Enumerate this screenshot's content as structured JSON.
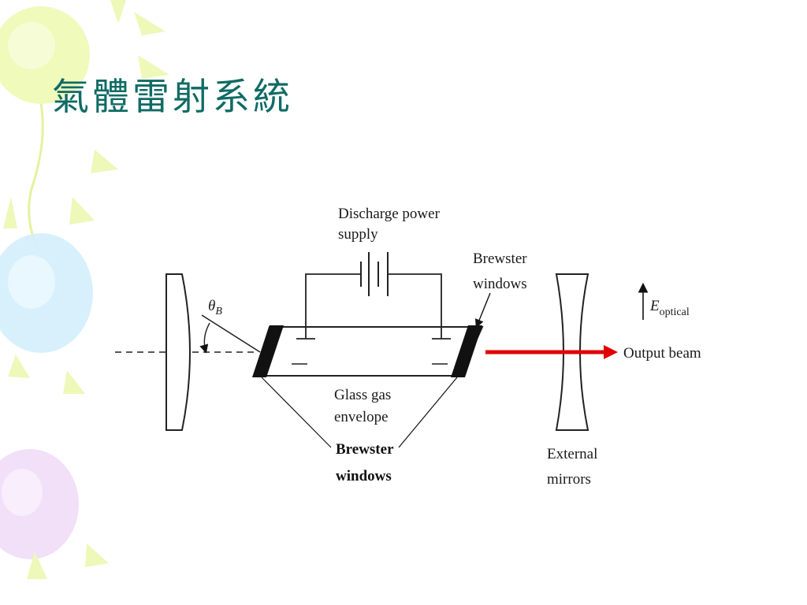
{
  "slide": {
    "title": "氣體雷射系統"
  },
  "theme": {
    "title_color": "#0f6b65",
    "beam_color": "#e00000",
    "balloon_colors": [
      "#e9f7a6",
      "#c9ebfb",
      "#ecd3f6"
    ]
  },
  "diagram": {
    "labels": {
      "power_supply_line1": "Discharge power",
      "power_supply_line2": "supply",
      "brewster_top_line1": "Brewster",
      "brewster_top_line2": "windows",
      "theta": "θ",
      "theta_sub": "B",
      "e_field": "E",
      "e_field_sub": "optical",
      "output_beam": "Output beam",
      "envelope_line1": "Glass gas",
      "envelope_line2": "envelope",
      "brewster_bottom_line1": "Brewster",
      "brewster_bottom_line2": "windows",
      "mirrors_line1": "External",
      "mirrors_line2": "mirrors"
    }
  }
}
